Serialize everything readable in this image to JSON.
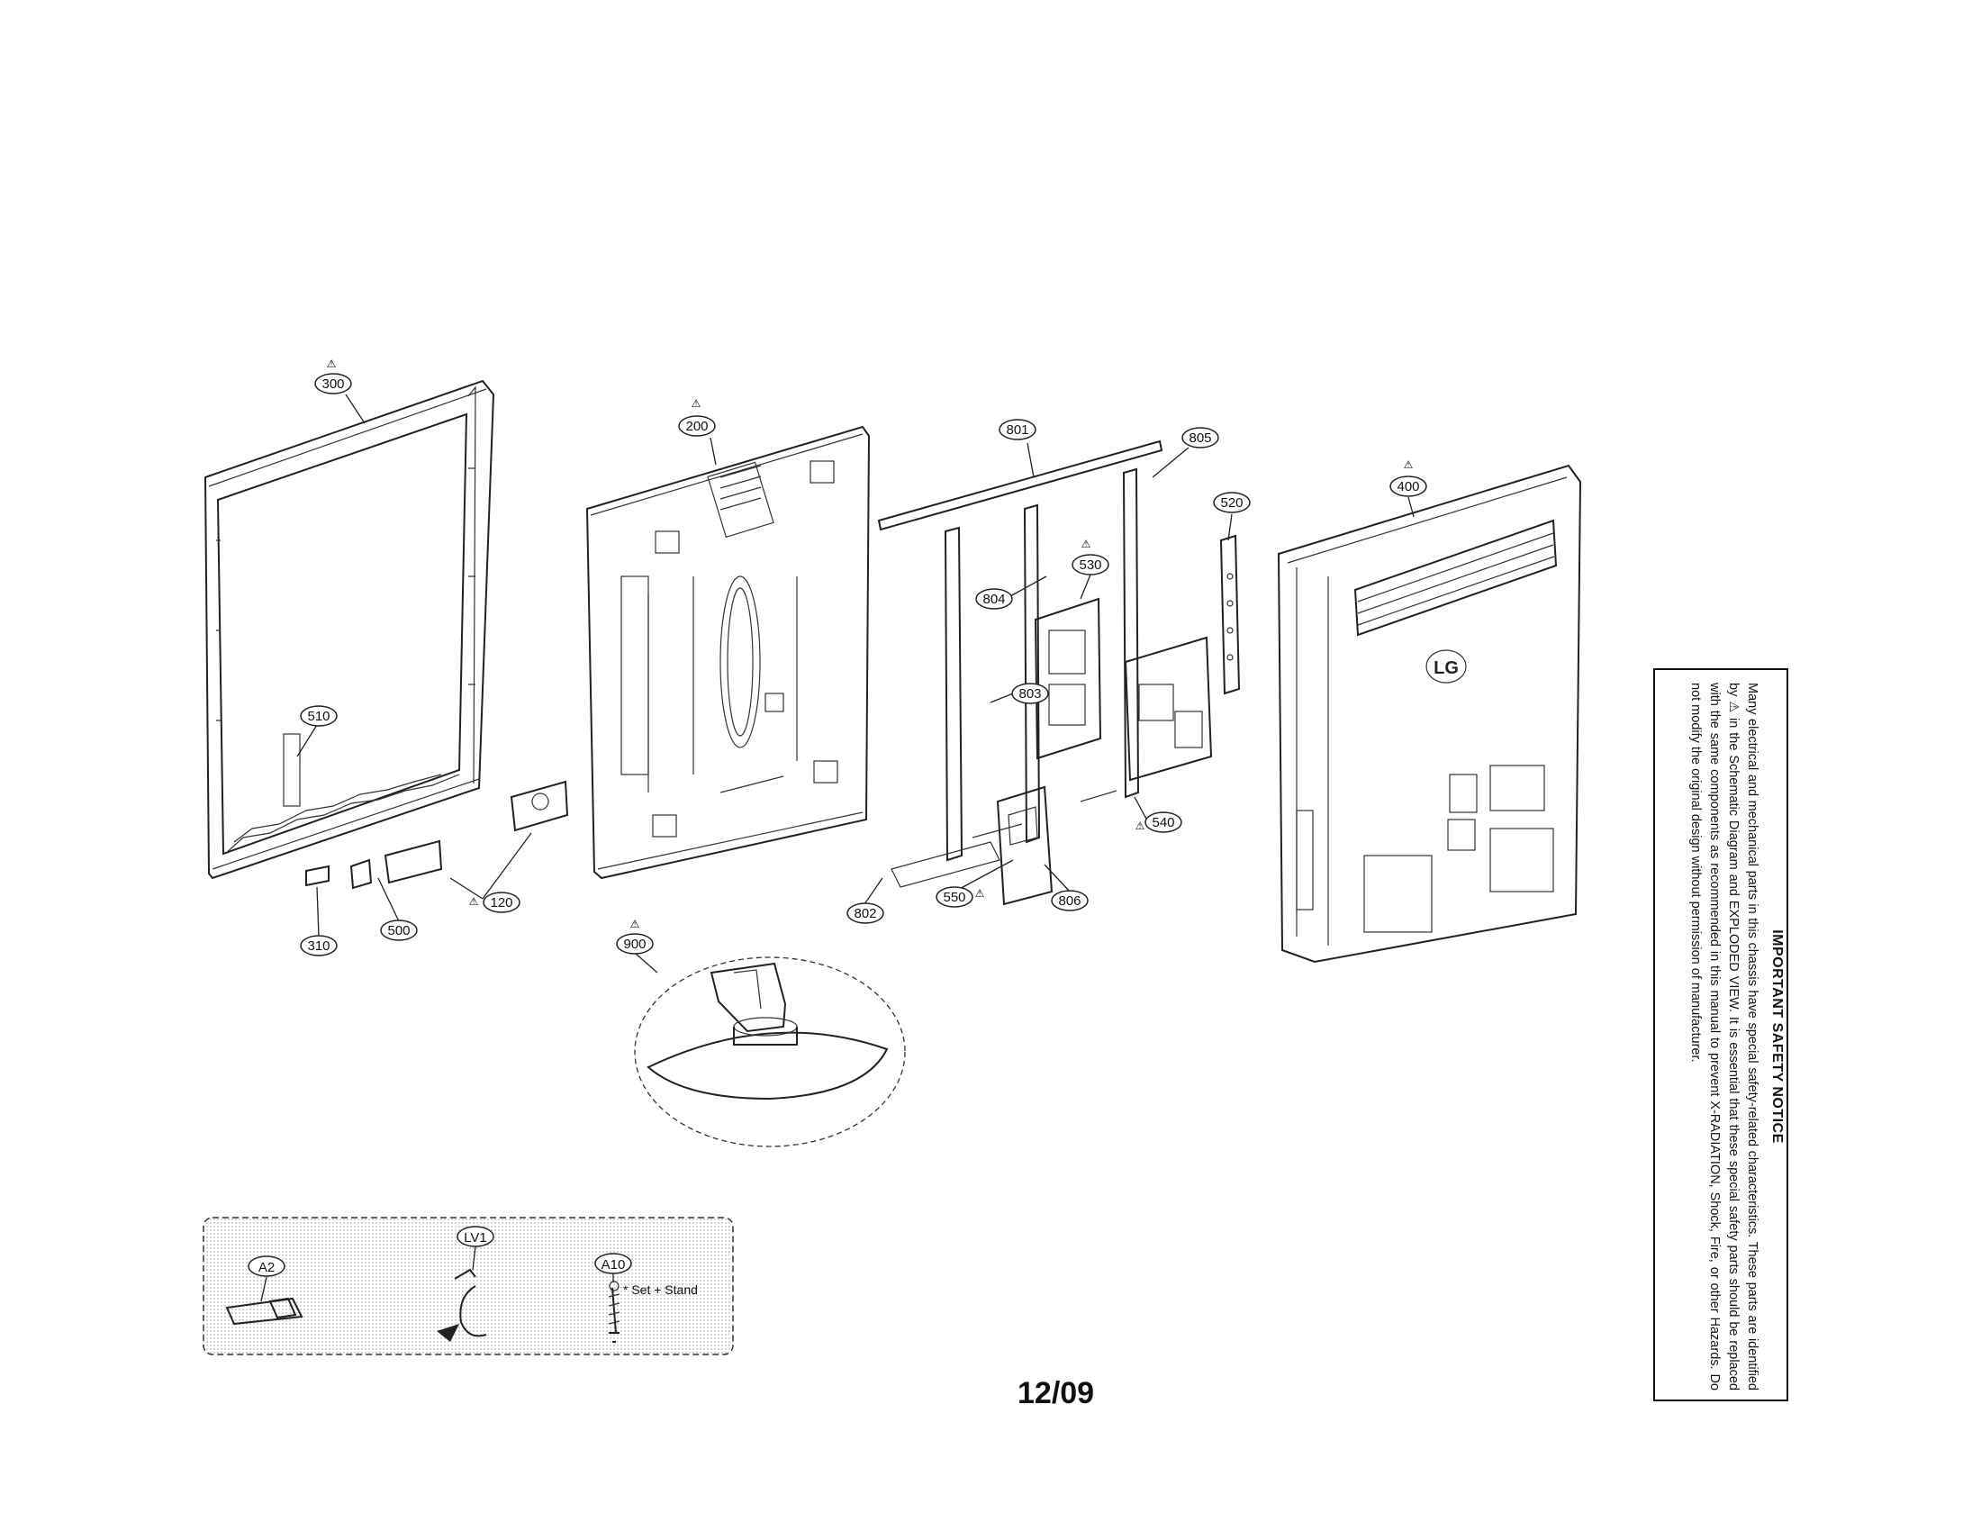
{
  "labels": {
    "p300": "300",
    "p200": "200",
    "p801": "801",
    "p805": "805",
    "p520": "520",
    "p400": "400",
    "p804": "804",
    "p530": "530",
    "p510": "510",
    "p803": "803",
    "p540": "540",
    "p120": "120",
    "p310": "310",
    "p500": "500",
    "p802": "802",
    "p550": "550",
    "p806": "806",
    "p900": "900",
    "a2": "A2",
    "lv1": "LV1",
    "a10": "A10"
  },
  "safety_symbol": "⚠",
  "brand_logo": "LG",
  "accessory_note": "* Set + Stand",
  "notice": {
    "title": "IMPORTANT SAFETY NOTICE",
    "body": "Many electrical and mechanical parts in this chassis have special safety-related characteristics. These parts are identified by ⚠ in the Schematic Diagram and EXPLODED VIEW. It is essential that these special safety parts should be replaced with the same components as recommended in this manual to prevent X-RADIATION, Shock, Fire, or other Hazards. Do not modify the original design without permission of manufacturer."
  },
  "page_number": "12/09"
}
